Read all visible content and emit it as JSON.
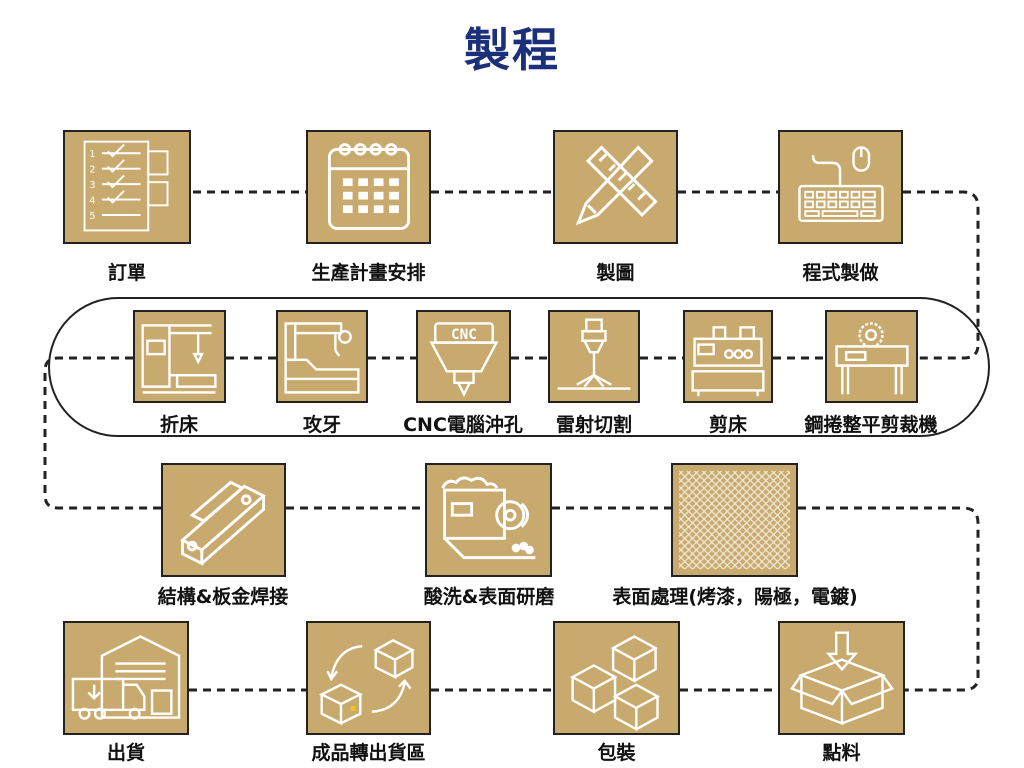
{
  "title": "製程",
  "colors": {
    "title": "#1b2f7a",
    "box": "#c9aa6e",
    "icon": "#ffffff",
    "line": "#222222"
  },
  "steps": [
    {
      "label": "訂單",
      "icon": "checklist-icon"
    },
    {
      "label": "生產計畫安排",
      "icon": "calendar-icon"
    },
    {
      "label": "製圖",
      "icon": "ruler-pencil-icon"
    },
    {
      "label": "程式製做",
      "icon": "keyboard-mouse-icon"
    },
    {
      "label": "鋼捲整平剪裁機",
      "icon": "coil-leveler-icon"
    },
    {
      "label": "剪床",
      "icon": "shearing-machine-icon"
    },
    {
      "label": "雷射切割",
      "icon": "laser-cutter-icon"
    },
    {
      "label": "CNC電腦沖孔",
      "icon": "cnc-punch-icon"
    },
    {
      "label": "攻牙",
      "icon": "tapping-machine-icon"
    },
    {
      "label": "折床",
      "icon": "press-brake-icon"
    },
    {
      "label": "結構&板金焊接",
      "icon": "aluminum-profile-icon"
    },
    {
      "label": "酸洗&表面研磨",
      "icon": "grinding-machine-icon"
    },
    {
      "label": "表面處理(烤漆，陽極，電鍍)",
      "icon": "surface-texture-icon"
    },
    {
      "label": "點料",
      "icon": "box-arrow-icon"
    },
    {
      "label": "包裝",
      "icon": "boxes-icon"
    },
    {
      "label": "成品轉出貨區",
      "icon": "box-transfer-icon"
    },
    {
      "label": "出貨",
      "icon": "warehouse-truck-icon"
    }
  ]
}
